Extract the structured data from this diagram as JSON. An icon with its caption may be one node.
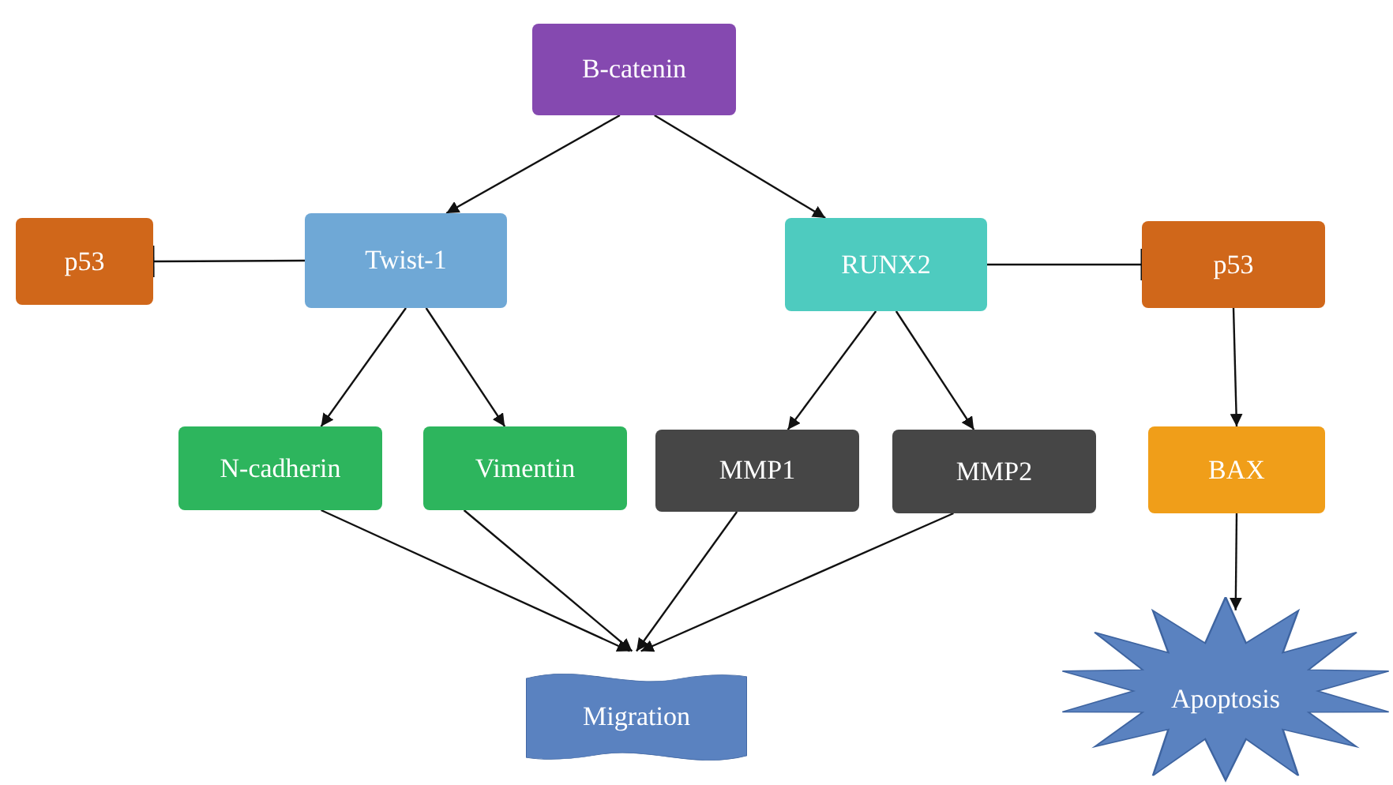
{
  "diagram": {
    "nodes": [
      {
        "text": [
          "B-catenin"
        ]
      },
      {
        "text": [
          "p53"
        ]
      },
      {
        "text": [
          "Twist-1"
        ]
      },
      {
        "text": [
          "RUNX2"
        ]
      },
      {
        "text": [
          "p53"
        ]
      },
      {
        "text": [
          "N-cadherin"
        ]
      },
      {
        "text": [
          "Vimentin"
        ]
      },
      {
        "text": [
          "MMP1"
        ]
      },
      {
        "text": [
          "MMP2"
        ]
      },
      {
        "text": [
          "BAX"
        ]
      },
      {
        "text": [
          "Migration"
        ]
      },
      {
        "text": [
          "Apoptosis"
        ]
      }
    ],
    "edges": [
      {
        "from": 0,
        "to": 2,
        "arrow": "to"
      },
      {
        "from": 0,
        "to": 3,
        "arrow": "to"
      },
      {
        "from": 2,
        "to": 1,
        "arrow": "other"
      },
      {
        "from": 3,
        "to": 4,
        "arrow": "other"
      },
      {
        "from": 2,
        "to": 5,
        "arrow": "to"
      },
      {
        "from": 2,
        "to": 6,
        "arrow": "to"
      },
      {
        "from": 3,
        "to": 7,
        "arrow": "to"
      },
      {
        "from": 3,
        "to": 8,
        "arrow": "to"
      },
      {
        "from": 4,
        "to": 9,
        "arrow": "to"
      },
      {
        "from": 9,
        "to": 11,
        "arrow": "to"
      },
      {
        "from": 5,
        "to": 10,
        "arrow": "to"
      },
      {
        "from": 6,
        "to": 10,
        "arrow": "to"
      },
      {
        "from": 7,
        "to": 10,
        "arrow": "to"
      },
      {
        "from": 8,
        "to": 10,
        "arrow": "to"
      }
    ]
  }
}
